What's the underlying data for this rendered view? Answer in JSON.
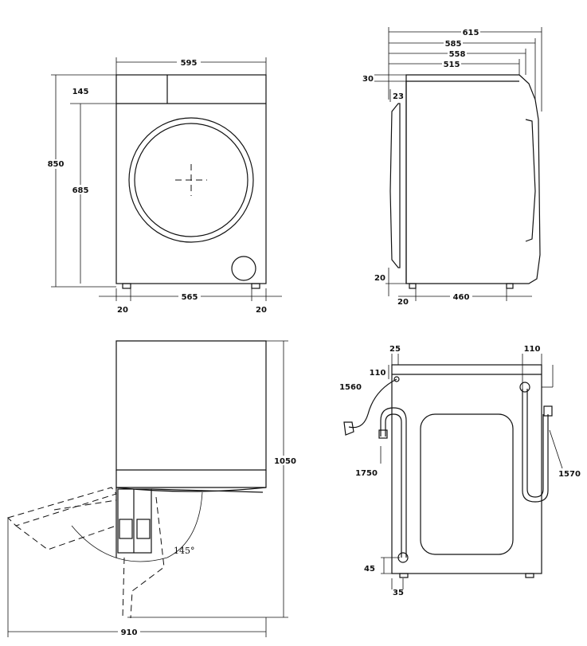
{
  "front_view": {
    "width": "595",
    "top_panel": "145",
    "height": "850",
    "door_height": "685",
    "foot_left": "20",
    "foot_span": "565",
    "foot_right": "20"
  },
  "side_view": {
    "depth_total": "615",
    "depth_2": "585",
    "depth_3": "558",
    "depth_4": "515",
    "top_thickness": "30",
    "door_offset": "23",
    "bottom_offset": "20",
    "foot_front": "20",
    "foot_span": "460"
  },
  "door_open_view": {
    "open_height": "1050",
    "open_depth": "910",
    "door_angle": "145°"
  },
  "rear_view": {
    "left_offset": "25",
    "cable_height": "110",
    "cable_length": "1560",
    "drain_hose": "1750",
    "inlet_offset": "110",
    "inlet_hose": "1570",
    "drain_height": "45",
    "drain_offset": "35"
  }
}
